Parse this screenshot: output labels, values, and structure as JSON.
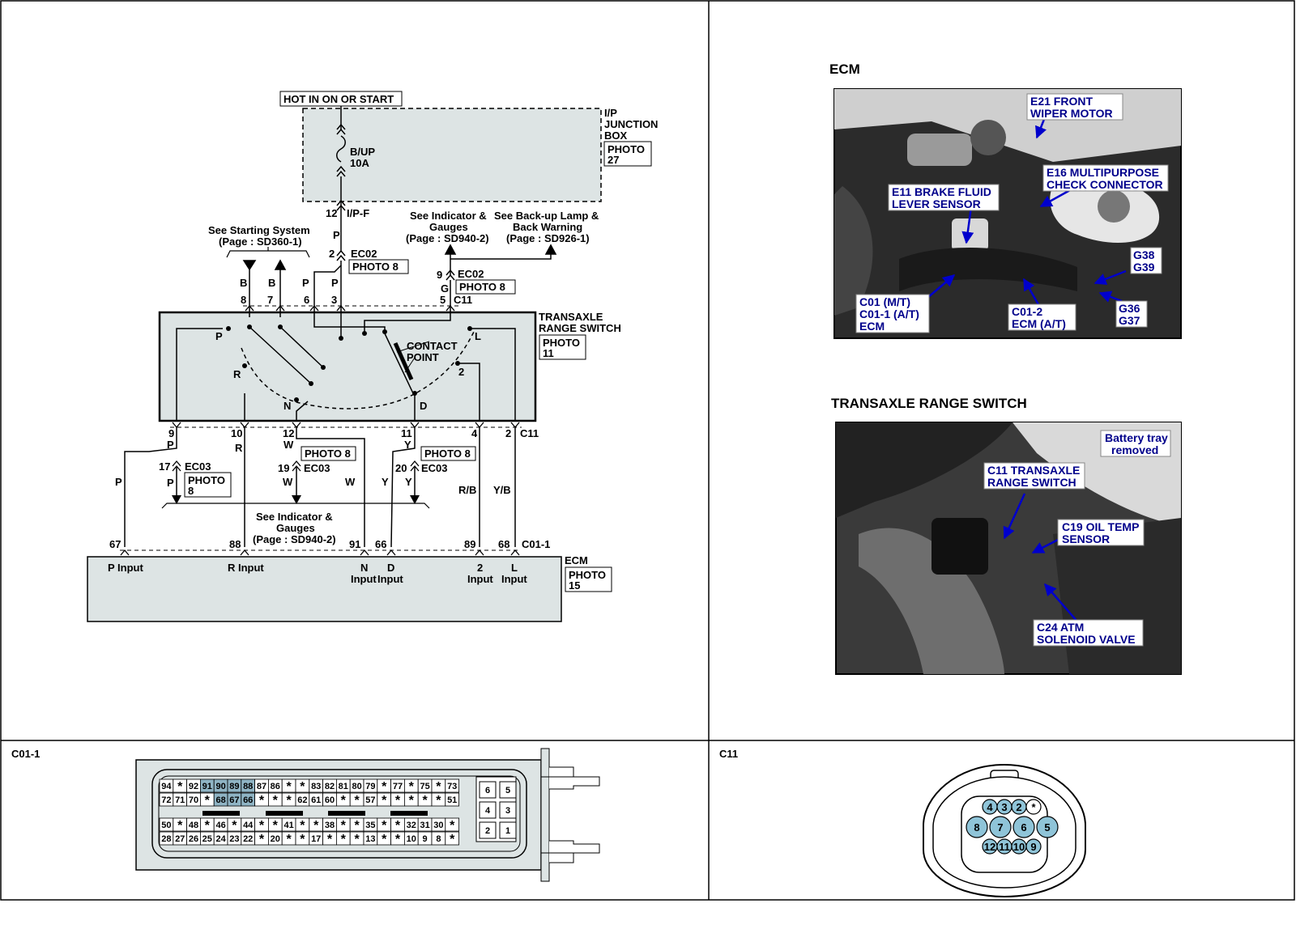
{
  "circuit": {
    "hot_label": "HOT IN ON OR START",
    "junction_box": {
      "line1": "I/P",
      "line2": "JUNCTION",
      "line3": "BOX",
      "photo1": "PHOTO",
      "photo2": "27"
    },
    "fuse": {
      "line1": "B/UP",
      "line2": "10A"
    },
    "ipf": {
      "pin": "12",
      "label": "I/P-F"
    },
    "p_wire": "P",
    "ec02_left": {
      "pin": "2",
      "label": "EC02",
      "photo": "PHOTO 8"
    },
    "see_starting": {
      "line1": "See Starting System",
      "line2": "(Page : SD360-1)"
    },
    "see_indicator_top": {
      "line1": "See Indicator &",
      "line2": "Gauges",
      "line3": "(Page : SD940-2)"
    },
    "see_backup": {
      "line1": "See Back-up Lamp &",
      "line2": "Back Warning",
      "line3": "(Page : SD926-1)"
    },
    "ec02_right": {
      "pin": "9",
      "label": "EC02",
      "wire": "G",
      "photo": "PHOTO 8",
      "pin2": "5",
      "conn": "C11"
    },
    "top_wires": [
      {
        "color": "B",
        "pin": "8"
      },
      {
        "color": "B",
        "pin": "7"
      },
      {
        "color": "P",
        "pin": "6"
      },
      {
        "color": "P",
        "pin": "3"
      }
    ],
    "switch": {
      "line1": "TRANSAXLE",
      "line2": "RANGE SWITCH",
      "photo1": "PHOTO",
      "photo2": "11",
      "contact1": "CONTACT",
      "contact2": "POINT",
      "positions": {
        "p": "P",
        "r": "R",
        "n": "N",
        "d": "D",
        "two": "2",
        "l": "L"
      }
    },
    "c11_bottom": [
      {
        "pin": "9",
        "color": "P"
      },
      {
        "pin": "10",
        "color": "R"
      },
      {
        "pin": "12",
        "color": "W"
      },
      {
        "pin": "11",
        "color": "Y"
      },
      {
        "pin": "4",
        "color": ""
      },
      {
        "pin": "2",
        "color": ""
      }
    ],
    "c11_label": "C11",
    "ec03": [
      {
        "pin": "17",
        "label": "EC03",
        "wire": "P",
        "photo1": "PHOTO",
        "photo2": "8"
      },
      {
        "pin": "19",
        "label": "EC03",
        "wire": "W",
        "photo": "PHOTO 8"
      },
      {
        "pin": "20",
        "label": "EC03",
        "wire": "Y",
        "photo": "PHOTO 8"
      }
    ],
    "wire_colors_mid": {
      "p": "P",
      "w": "W",
      "y": "Y",
      "rb": "R/B",
      "yb": "Y/B"
    },
    "see_indicator_bottom": {
      "line1": "See Indicator &",
      "line2": "Gauges",
      "line3": "(Page : SD940-2)"
    },
    "ecm_pins": [
      {
        "pin": "67"
      },
      {
        "pin": "88"
      },
      {
        "pin": "91"
      },
      {
        "pin": "66"
      },
      {
        "pin": "89"
      },
      {
        "pin": "68"
      }
    ],
    "ecm_conn": "C01-1",
    "ecm": {
      "label": "ECM",
      "photo1": "PHOTO",
      "photo2": "15",
      "inputs": {
        "p": "P Input",
        "r": "R Input",
        "n1": "N",
        "n2": "Input",
        "d1": "D",
        "d2": "Input",
        "t1": "2",
        "t2": "Input",
        "l1": "L",
        "l2": "Input"
      }
    }
  },
  "photo_ecm": {
    "heading": "ECM",
    "callouts": {
      "e21_1": "E21 FRONT",
      "e21_2": "WIPER MOTOR",
      "e16_1": "E16 MULTIPURPOSE",
      "e16_2": "CHECK CONNECTOR",
      "e11_1": "E11 BRAKE FLUID",
      "e11_2": "LEVER SENSOR",
      "g38_1": "G38",
      "g38_2": "G39",
      "c01_1": "C01 (M/T)",
      "c01_2": "C01-1 (A/T)",
      "c01_3": "ECM",
      "c012_1": "C01-2",
      "c012_2": "ECM (A/T)",
      "g36_1": "G36",
      "g36_2": "G37"
    }
  },
  "photo_trs": {
    "heading": "TRANSAXLE RANGE SWITCH",
    "callouts": {
      "bat1": "Battery tray",
      "bat2": "removed",
      "c11_1": "C11 TRANSAXLE",
      "c11_2": "RANGE SWITCH",
      "c19_1": "C19 OIL TEMP",
      "c19_2": "SENSOR",
      "c24_1": "C24 ATM",
      "c24_2": "SOLENOID VALVE"
    }
  },
  "conn_c011": {
    "label": "C01-1",
    "star": "*",
    "row1": [
      "94",
      "*",
      "92",
      "91",
      "90",
      "89",
      "88",
      "87",
      "86",
      "*",
      "*",
      "83",
      "82",
      "81",
      "80",
      "79",
      "*",
      "77",
      "*",
      "75",
      "*",
      "73"
    ],
    "row2": [
      "72",
      "71",
      "70",
      "*",
      "68",
      "67",
      "66",
      "*",
      "*",
      "*",
      "62",
      "61",
      "60",
      "*",
      "*",
      "57",
      "*",
      "*",
      "*",
      "*",
      "*",
      "51"
    ],
    "row3": [
      "50",
      "*",
      "48",
      "*",
      "46",
      "*",
      "44",
      "*",
      "*",
      "41",
      "*",
      "*",
      "38",
      "*",
      "*",
      "35",
      "*",
      "*",
      "32",
      "31",
      "30",
      "*"
    ],
    "row4": [
      "28",
      "27",
      "26",
      "25",
      "24",
      "23",
      "22",
      "*",
      "20",
      "*",
      "*",
      "17",
      "*",
      "*",
      "*",
      "13",
      "*",
      "*",
      "10",
      "9",
      "8",
      "*"
    ],
    "highlight": [
      "91",
      "90",
      "89",
      "88",
      "68",
      "67",
      "66"
    ],
    "side": [
      "6",
      "5",
      "4",
      "3",
      "2",
      "1"
    ]
  },
  "conn_c11": {
    "label": "C11",
    "top": [
      "4",
      "3",
      "2",
      "*"
    ],
    "middle": [
      "8",
      "7",
      "6",
      "5"
    ],
    "bottom": [
      "12",
      "11",
      "10",
      "9"
    ]
  }
}
